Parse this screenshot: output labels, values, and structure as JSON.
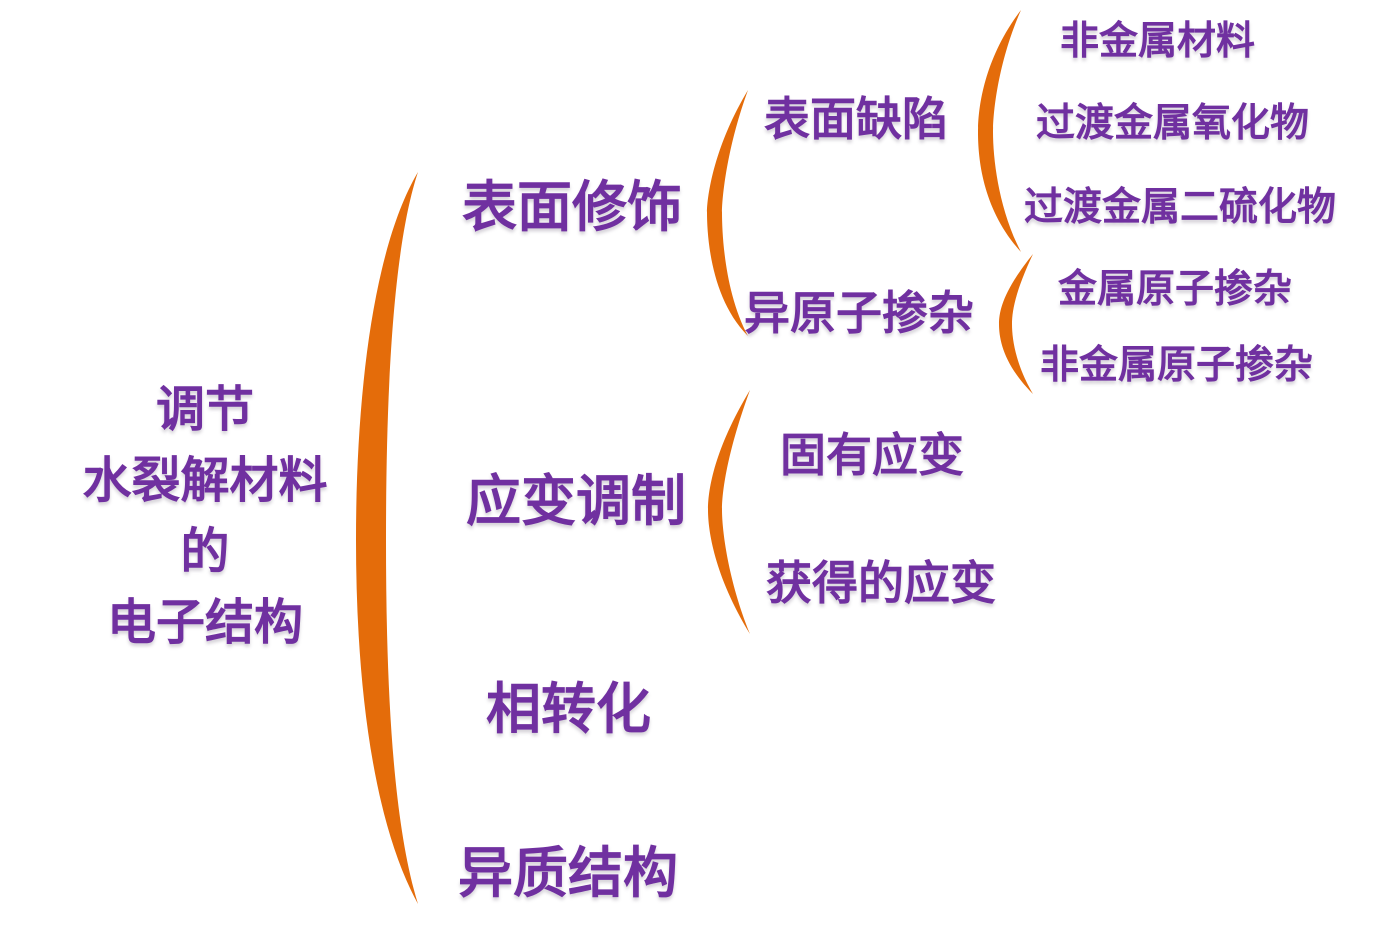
{
  "colors": {
    "text": "#7030A0",
    "bracket": "#E46C0A"
  },
  "root": {
    "lines": [
      "调节",
      "水裂解材料",
      "的",
      "电子结构"
    ]
  },
  "level1": [
    "表面修饰",
    "应变调制",
    "相转化",
    "异质结构"
  ],
  "surface_modification": {
    "children": [
      "表面缺陷",
      "异原子掺杂"
    ],
    "surface_defects": [
      "非金属材料",
      "过渡金属氧化物",
      "过渡金属二硫化物"
    ],
    "heteroatom_doping": [
      "金属原子掺杂",
      "非金属原子掺杂"
    ]
  },
  "strain_modulation": {
    "children": [
      "固有应变",
      "获得的应变"
    ]
  }
}
